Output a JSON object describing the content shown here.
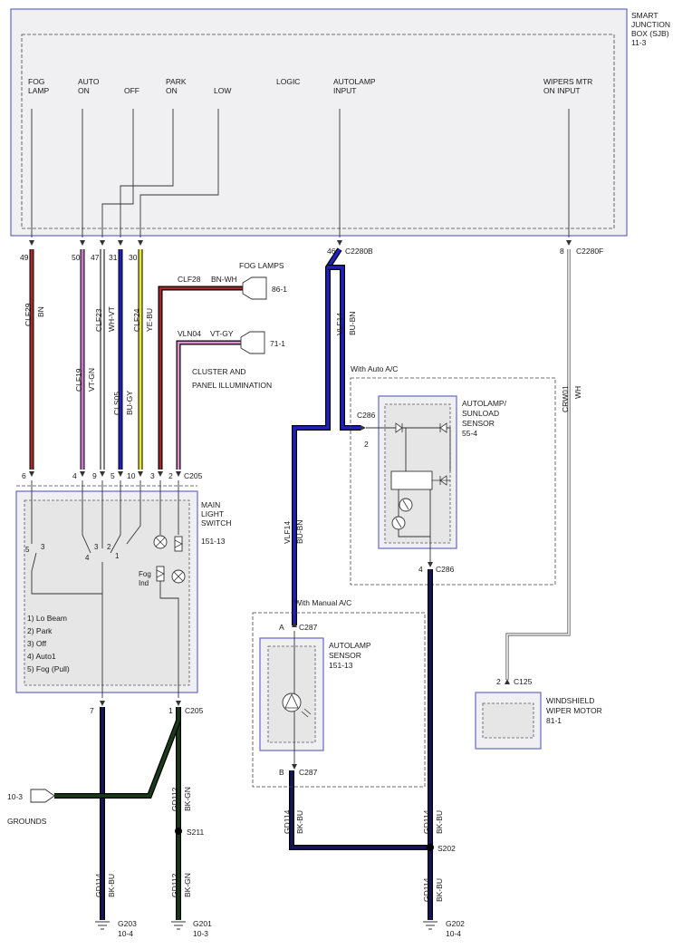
{
  "sjb": {
    "title": "SMART",
    "line2": "JUNCTION",
    "line3": "BOX (SJB)",
    "ref": "11-3"
  },
  "sjb_inputs": {
    "fog1": "FOG",
    "fog2": "LAMP",
    "auto1": "AUTO",
    "auto2": "ON",
    "off": "OFF",
    "park1": "PARK",
    "park2": "ON",
    "low": "LOW",
    "logic": "LOGIC",
    "autolamp1": "AUTOLAMP",
    "autolamp2": "INPUT",
    "wipers1": "WIPERS MTR",
    "wipers2": "ON INPUT"
  },
  "pins": {
    "p49": "49",
    "p50": "50",
    "p47": "47",
    "p31": "31",
    "p30": "30",
    "p46": "46",
    "c2280b": "C2280B",
    "p8": "8",
    "c2280f": "C2280F"
  },
  "wires": {
    "clf29": "CLF29",
    "bn": "BN",
    "clf19": "CLF19",
    "vtgn": "VT-GN",
    "clf23": "CLF23",
    "whvt": "WH-VT",
    "cls05": "CLS05",
    "bugy": "BU-GY",
    "clf24": "CLF24",
    "yebu": "YE-BU",
    "clf28": "CLF28",
    "bnwh": "BN-WH",
    "vln04": "VLN04",
    "vtgy": "VT-GY",
    "vlf14": "VLF14",
    "bubn": "BU-BN",
    "crw01": "CRW01",
    "wh": "WH",
    "gd114": "GD114",
    "bkbu": "BK-BU",
    "gd112": "GD112",
    "bkgn": "BK-GN"
  },
  "labels": {
    "fog_lamps": "FOG LAMPS",
    "ref_86": "86-1",
    "ref_71": "71-1",
    "cluster1": "CLUSTER AND",
    "cluster2": "PANEL ILLUMINATION",
    "with_auto_ac": "With Auto A/C",
    "with_manual_ac": "With Manual A/C",
    "c286": "C286",
    "p2": "2",
    "p4": "4",
    "sensor_auto1": "AUTOLAMP/",
    "sensor_auto2": "SUNLOAD",
    "sensor_auto3": "SENSOR",
    "sensor_auto_ref": "55-4",
    "cA": "A",
    "c287": "C287",
    "cB": "B",
    "sensor_man1": "AUTOLAMP",
    "sensor_man2": "SENSOR",
    "sensor_man_ref": "151-13",
    "c125": "C125",
    "wiper1": "WINDSHIELD",
    "wiper2": "WIPER MOTOR",
    "wiper_ref": "81-1",
    "switch1": "MAIN",
    "switch2": "LIGHT",
    "switch3": "SWITCH",
    "switch_ref": "151-13",
    "c205": "C205",
    "sw_pin6": "6",
    "sw_pin4": "4",
    "sw_pin9": "9",
    "sw_pin5": "5",
    "sw_pin10": "10",
    "sw_pin3": "3",
    "sw_pin2": "2",
    "int5": "5",
    "int3a": "3",
    "int4": "4",
    "int3b": "3",
    "int2": "2",
    "int1": "1",
    "fog_ind1": "Fog",
    "fog_ind2": "Ind",
    "legend1": "1) Lo Beam",
    "legend2": "2) Park",
    "legend3": "3) Off",
    "legend4": "4) Auto1",
    "legend5": "5) Fog (Pull)",
    "pin7": "7",
    "pin1": "1",
    "ground_ref": "10-3",
    "grounds": "GROUNDS",
    "s211": "S211",
    "s202": "S202",
    "g203": "G203",
    "g203_ref": "10-4",
    "g201": "G201",
    "g201_ref": "10-3",
    "g202": "G202",
    "g202_ref": "10-4"
  },
  "colors": {
    "bn": "#a52a2a",
    "violet": "#c878c8",
    "white": "#ffffff",
    "blue": "#2020c0",
    "yellow": "#e8e830",
    "pink": "#e090d0",
    "darkblue": "#15155a",
    "darkgreen": "#1a3a1a"
  }
}
